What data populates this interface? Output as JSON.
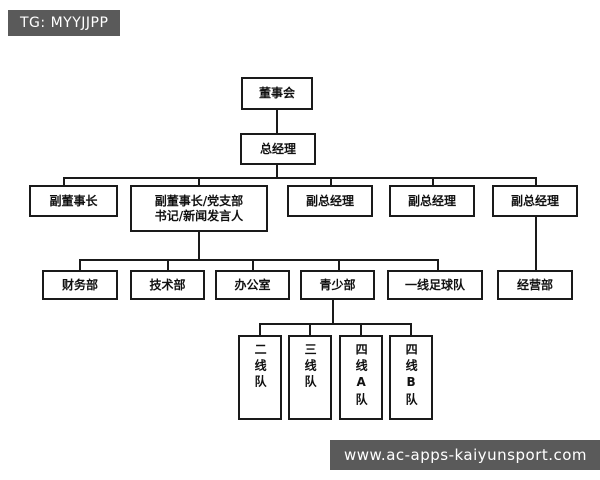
{
  "watermarks": {
    "top_left": "TG: MYYJJPP",
    "bottom_right": "www.ac-apps-kaiyunsport.com"
  },
  "chart_data": {
    "type": "diagram",
    "diagram_kind": "organizational-chart",
    "title": "",
    "orientation": "top-down",
    "levels": [
      {
        "level": 1,
        "nodes": [
          "董事会"
        ]
      },
      {
        "level": 2,
        "nodes": [
          "总经理"
        ]
      },
      {
        "level": 3,
        "nodes": [
          "副董事长",
          "副董事长/党支部书记/新闻发言人",
          "副总经理",
          "副总经理",
          "副总经理"
        ]
      },
      {
        "level": 4,
        "nodes": [
          "财务部",
          "技术部",
          "办公室",
          "青少部",
          "一线足球队",
          "经营部"
        ]
      },
      {
        "level": 5,
        "nodes": [
          "二线队",
          "三线队",
          "四线A队",
          "四线B队"
        ]
      }
    ],
    "edges": [
      {
        "from": "董事会",
        "to": "总经理"
      },
      {
        "from": "总经理",
        "to": "副董事长"
      },
      {
        "from": "总经理",
        "to": "副董事长/党支部书记/新闻发言人"
      },
      {
        "from": "总经理",
        "to": "副总经理"
      },
      {
        "from": "总经理",
        "to": "副总经理"
      },
      {
        "from": "总经理",
        "to": "副总经理"
      },
      {
        "from": "副董事长/党支部书记/新闻发言人",
        "to": "财务部"
      },
      {
        "from": "副董事长/党支部书记/新闻发言人",
        "to": "技术部"
      },
      {
        "from": "副董事长/党支部书记/新闻发言人",
        "to": "办公室"
      },
      {
        "from": "副董事长/党支部书记/新闻发言人",
        "to": "青少部"
      },
      {
        "from": "副董事长/党支部书记/新闻发言人",
        "to": "一线足球队"
      },
      {
        "from": "副总经理",
        "to": "经营部"
      },
      {
        "from": "青少部",
        "to": "二线队"
      },
      {
        "from": "青少部",
        "to": "三线队"
      },
      {
        "from": "青少部",
        "to": "四线A队"
      },
      {
        "from": "青少部",
        "to": "四线B队"
      }
    ],
    "colors": {
      "line": "#1a1a1a",
      "box_fill": "#ffffff",
      "text": "#111111",
      "background": "#ffffff"
    }
  },
  "nodes": {
    "board": "董事会",
    "general_manager": "总经理",
    "vice_chairman": "副董事长",
    "vice_chairman_party": {
      "line1": "副董事长/党支部",
      "line2": "书记/新闻发言人"
    },
    "deputy_gm_1": "副总经理",
    "deputy_gm_2": "副总经理",
    "deputy_gm_3": "副总经理",
    "finance_dept": "财务部",
    "technology_dept": "技术部",
    "office": "办公室",
    "youth_dept": "青少部",
    "first_team": "一线足球队",
    "operations_dept": "经营部",
    "team_second": "二线队",
    "team_third": "三线队",
    "team_fourth_a": "四线A队",
    "team_fourth_b": "四线B队"
  }
}
